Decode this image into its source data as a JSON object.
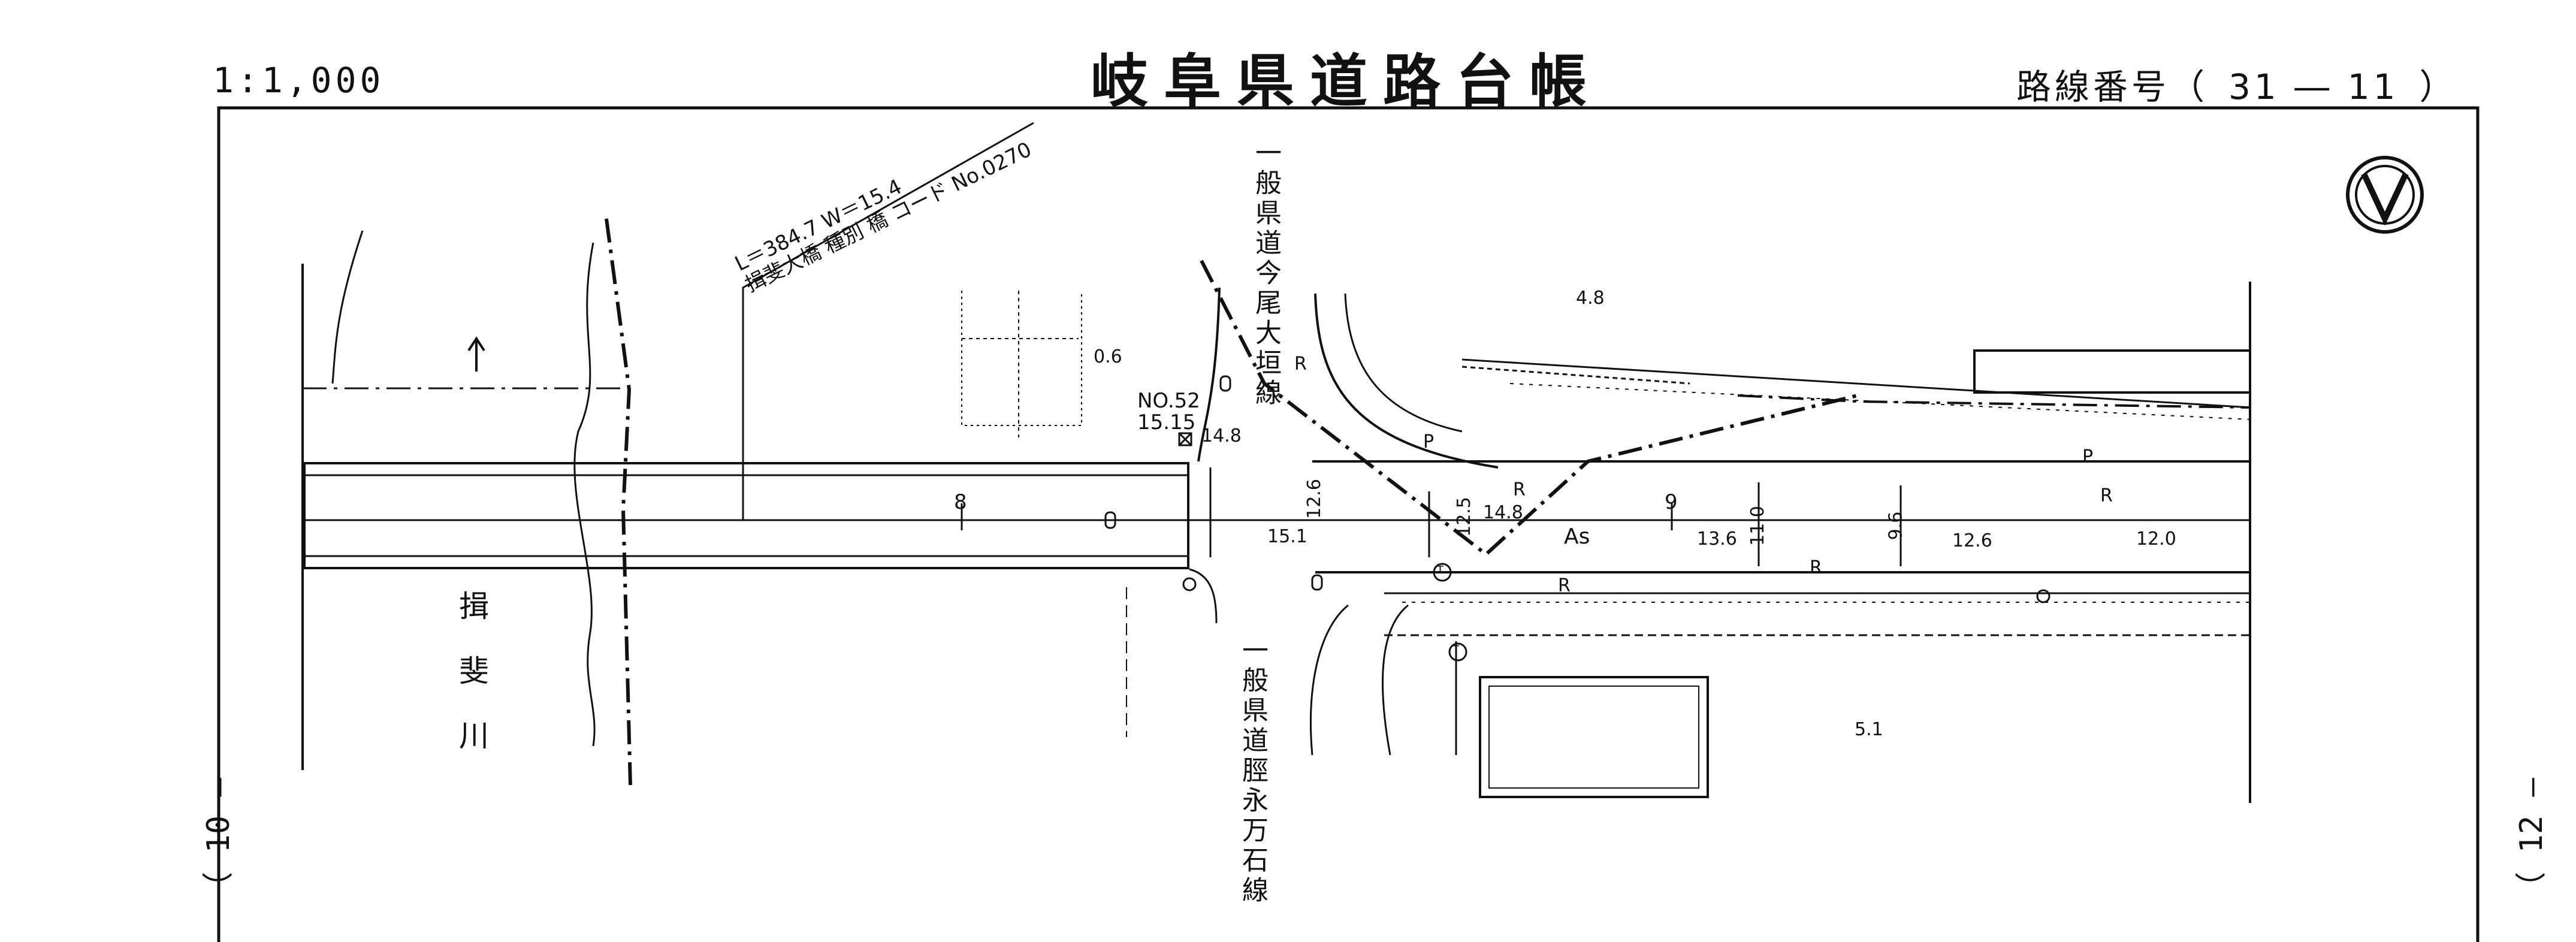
{
  "header": {
    "scale": "1:1,000",
    "title": "岐阜県道路台帳",
    "route_label": "路線番号（",
    "route_value": "31 ― 11",
    "route_close": "）"
  },
  "side_labels": {
    "prev_sheet": "（ 10 ―",
    "next_sheet": "（ 12 ―"
  },
  "roads": {
    "imao_ogaki": "一般県道今尾大垣線",
    "gomi_mangoku": "一般県道脛永万石線"
  },
  "river": "揖斐川",
  "bridge": {
    "dims": "L＝384.7 W＝15.4",
    "info": "揖斐大橋 種別 橋 コード No.0270"
  },
  "station": {
    "no": "NO.52",
    "value": "15.15"
  },
  "stations": [
    "8",
    "9"
  ],
  "surface": "As",
  "measurements": {
    "m_148a": "14.8",
    "m_151": "15.1",
    "m_126v": "12.6",
    "m_125": "12.5",
    "m_148b": "14.8",
    "m_136": "13.6",
    "m_110": "11.0",
    "m_96": "9.6",
    "m_126": "12.6",
    "m_120": "12.0",
    "m_48": "4.8",
    "m_06": "0.6",
    "m_51": "5.1"
  },
  "markers": {
    "r": "R",
    "p": "P",
    "t": "T"
  },
  "colors": {
    "ink": "#111111",
    "paper": "#ffffff"
  }
}
